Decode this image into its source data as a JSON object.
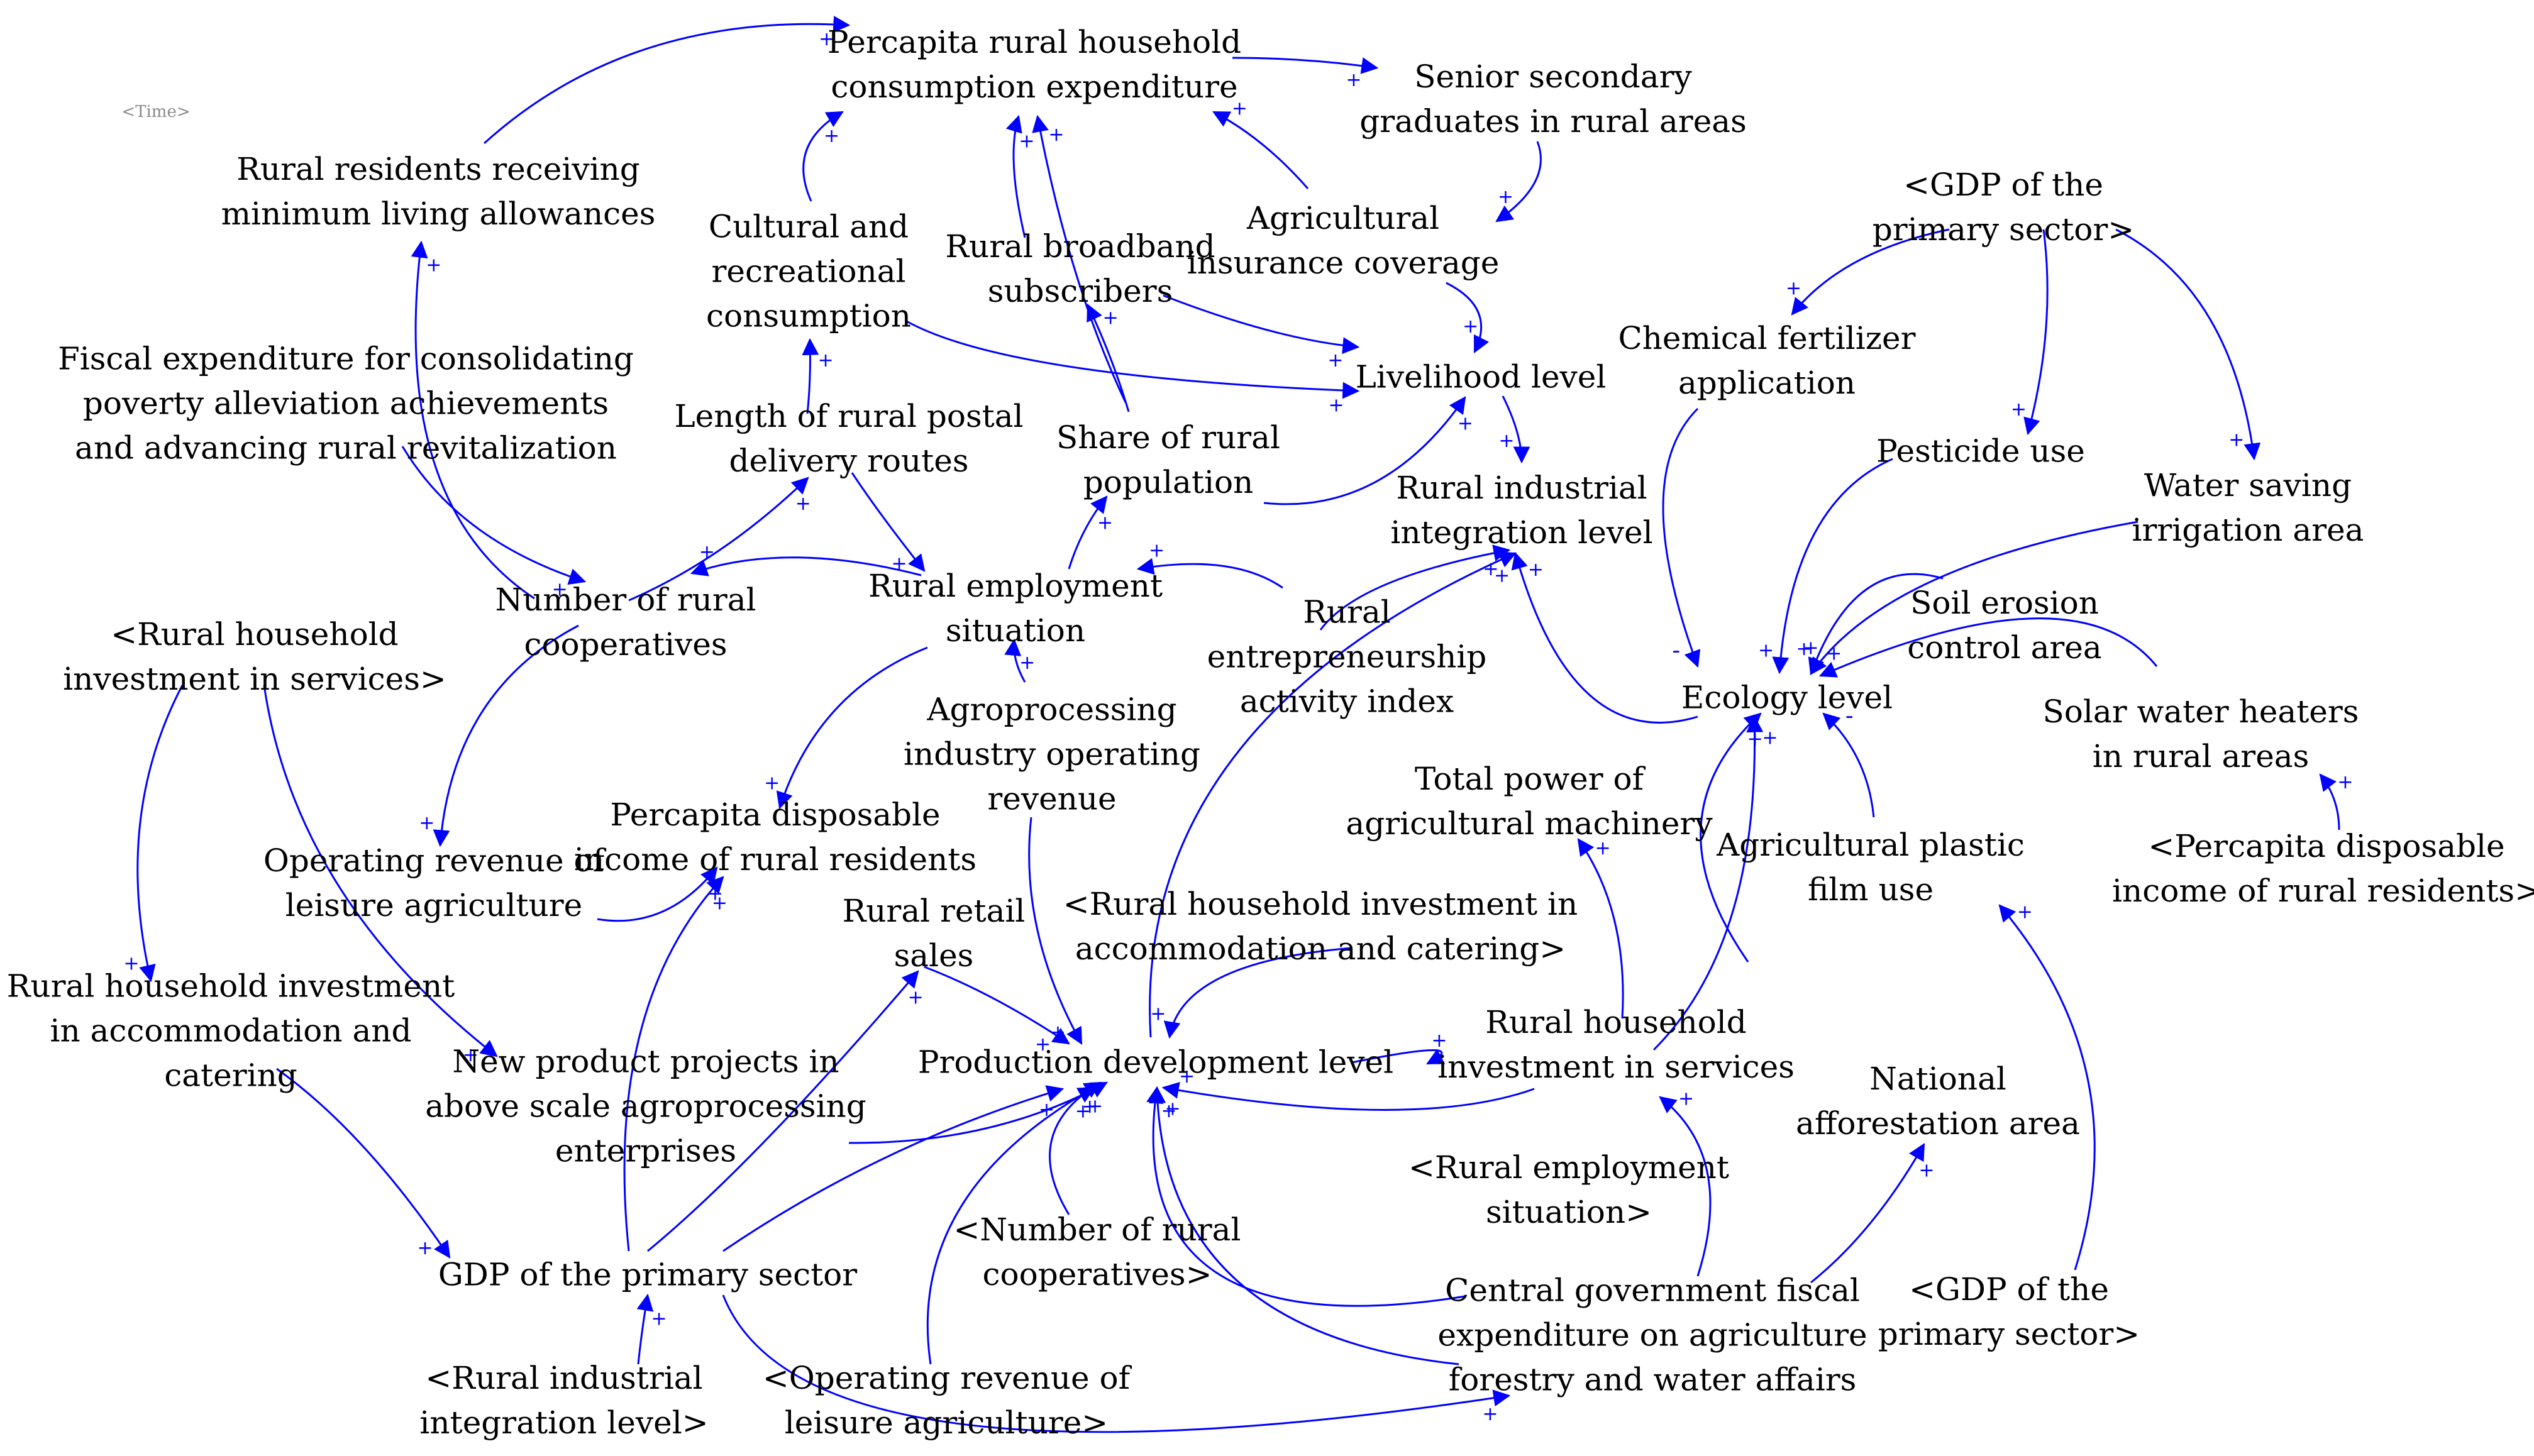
{
  "diagram": {
    "edge_color": "#0000ff",
    "nodes": [
      {
        "id": "pc_cons",
        "label": "Percapita rural household\nconsumption expenditure"
      },
      {
        "id": "senior",
        "label": "Senior secondary\ngraduates in rural areas"
      },
      {
        "id": "time",
        "label": "<Time>"
      },
      {
        "id": "min_living",
        "label": "Rural residents receiving\nminimum living allowances"
      },
      {
        "id": "cultural",
        "label": "Cultural and\nrecreational\nconsumption"
      },
      {
        "id": "broadband",
        "label": "Rural broadband\nsubscribers"
      },
      {
        "id": "ag_ins",
        "label": "Agricultural\ninsurance coverage"
      },
      {
        "id": "gdp_ghost_top",
        "label": "<GDP of the\nprimary sector>"
      },
      {
        "id": "fiscal_pov",
        "label": "Fiscal expenditure for consolidating\npoverty alleviation achievements\nand advancing rural revitalization"
      },
      {
        "id": "chem_fert",
        "label": "Chemical fertilizer\napplication"
      },
      {
        "id": "livelihood",
        "label": "Livelihood level"
      },
      {
        "id": "postal",
        "label": "Length of rural postal\ndelivery routes"
      },
      {
        "id": "share_pop",
        "label": "Share of rural\npopulation"
      },
      {
        "id": "pesticide",
        "label": "Pesticide use"
      },
      {
        "id": "water_saving",
        "label": "Water saving\nirrigation area"
      },
      {
        "id": "ind_int",
        "label": "Rural industrial\nintegration level"
      },
      {
        "id": "coops",
        "label": "Number of rural\ncooperatives"
      },
      {
        "id": "employment",
        "label": "Rural employment\nsituation"
      },
      {
        "id": "inv_serv_ghost",
        "label": "<Rural household\ninvestment in services>"
      },
      {
        "id": "entre",
        "label": "Rural\nentrepreneurship\nactivity index"
      },
      {
        "id": "soil",
        "label": "Soil erosion\ncontrol area"
      },
      {
        "id": "ecology",
        "label": "Ecology level"
      },
      {
        "id": "solar",
        "label": "Solar water heaters\nin rural areas"
      },
      {
        "id": "agroproc_rev",
        "label": "Agroprocessing\nindustry operating\nrevenue"
      },
      {
        "id": "machinery",
        "label": "Total power of\nagricultural machinery"
      },
      {
        "id": "disp_inc",
        "label": "Percapita disposable\nincome of rural residents"
      },
      {
        "id": "plastic",
        "label": "Agricultural plastic\nfilm use"
      },
      {
        "id": "disp_inc_ghost",
        "label": "<Percapita disposable\nincome of rural residents>"
      },
      {
        "id": "leisure",
        "label": "Operating revenue of\nleisure agriculture"
      },
      {
        "id": "retail",
        "label": "Rural retail\nsales"
      },
      {
        "id": "accom_ghost",
        "label": "<Rural household investment in\naccommodation and catering>"
      },
      {
        "id": "accom",
        "label": "Rural household investment\nin accommodation and\ncatering"
      },
      {
        "id": "new_prod",
        "label": "New product projects in\nabove scale agroprocessing\nenterprises"
      },
      {
        "id": "production",
        "label": "Production development level"
      },
      {
        "id": "inv_serv",
        "label": "Rural household\ninvestment in services"
      },
      {
        "id": "afforest",
        "label": "National\nafforestation area"
      },
      {
        "id": "emp_ghost",
        "label": "<Rural employment\nsituation>"
      },
      {
        "id": "coops_ghost",
        "label": "<Number of rural\ncooperatives>"
      },
      {
        "id": "gdp",
        "label": "GDP of the primary sector"
      },
      {
        "id": "central_fiscal",
        "label": "Central government fiscal\nexpenditure on agriculture\nforestry and water affairs"
      },
      {
        "id": "gdp_ghost_br",
        "label": "<GDP of the\nprimary sector>"
      },
      {
        "id": "ind_int_ghost",
        "label": "<Rural industrial\nintegration level>"
      },
      {
        "id": "leisure_ghost",
        "label": "<Operating revenue of\nleisure agriculture>"
      }
    ],
    "edges": [
      {
        "from": "min_living",
        "to": "pc_cons",
        "polarity": "+"
      },
      {
        "from": "pc_cons",
        "to": "senior",
        "polarity": "+"
      },
      {
        "from": "cultural",
        "to": "pc_cons",
        "polarity": "+"
      },
      {
        "from": "broadband",
        "to": "pc_cons",
        "polarity": "+"
      },
      {
        "from": "share_pop",
        "to": "pc_cons",
        "polarity": "+"
      },
      {
        "from": "ag_ins",
        "to": "pc_cons",
        "polarity": "+"
      },
      {
        "from": "senior",
        "to": "livelihood",
        "polarity": "+"
      },
      {
        "from": "ag_ins",
        "to": "livelihood",
        "polarity": "+"
      },
      {
        "from": "broadband",
        "to": "livelihood",
        "polarity": "+"
      },
      {
        "from": "cultural",
        "to": "livelihood",
        "polarity": "+"
      },
      {
        "from": "postal",
        "to": "cultural",
        "polarity": "+"
      },
      {
        "from": "share_pop",
        "to": "livelihood",
        "polarity": "+"
      },
      {
        "from": "share_pop",
        "to": "broadband",
        "polarity": "+"
      },
      {
        "from": "livelihood",
        "to": "ind_int",
        "polarity": "+"
      },
      {
        "from": "gdp_ghost_top",
        "to": "chem_fert",
        "polarity": "+"
      },
      {
        "from": "gdp_ghost_top",
        "to": "pesticide",
        "polarity": "+"
      },
      {
        "from": "gdp_ghost_top",
        "to": "water_saving",
        "polarity": "+"
      },
      {
        "from": "chem_fert",
        "to": "ecology",
        "polarity": "-"
      },
      {
        "from": "pesticide",
        "to": "ecology",
        "polarity": "+"
      },
      {
        "from": "water_saving",
        "to": "ecology",
        "polarity": "+"
      },
      {
        "from": "soil",
        "to": "ecology",
        "polarity": "+"
      },
      {
        "from": "solar",
        "to": "ecology",
        "polarity": "+"
      },
      {
        "from": "plastic",
        "to": "ecology",
        "polarity": "-"
      },
      {
        "from": "disp_inc_ghost",
        "to": "solar",
        "polarity": "+"
      },
      {
        "from": "fiscal_pov",
        "to": "coops",
        "polarity": "+"
      },
      {
        "from": "employment",
        "to": "coops",
        "polarity": "+"
      },
      {
        "from": "employment",
        "to": "share_pop",
        "polarity": "+"
      },
      {
        "from": "postal",
        "to": "employment",
        "polarity": "+"
      },
      {
        "from": "entre",
        "to": "employment",
        "polarity": "+"
      },
      {
        "from": "entre",
        "to": "ind_int",
        "polarity": "+"
      },
      {
        "from": "agroproc_rev",
        "to": "employment",
        "polarity": "+"
      },
      {
        "from": "coops",
        "to": "postal",
        "polarity": "+"
      },
      {
        "from": "employment",
        "to": "disp_inc",
        "polarity": "+"
      },
      {
        "from": "coops",
        "to": "leisure",
        "polarity": "+"
      },
      {
        "from": "inv_serv_ghost",
        "to": "accom",
        "polarity": "+"
      },
      {
        "from": "inv_serv_ghost",
        "to": "new_prod",
        "polarity": "+"
      },
      {
        "from": "accom",
        "to": "gdp",
        "polarity": "+"
      },
      {
        "from": "leisure",
        "to": "disp_inc",
        "polarity": "+"
      },
      {
        "from": "gdp",
        "to": "disp_inc",
        "polarity": "+"
      },
      {
        "from": "gdp",
        "to": "retail",
        "polarity": "+"
      },
      {
        "from": "gdp",
        "to": "production",
        "polarity": "+"
      },
      {
        "from": "gdp",
        "to": "central_fiscal",
        "polarity": "+"
      },
      {
        "from": "ind_int_ghost",
        "to": "gdp",
        "polarity": "+"
      },
      {
        "from": "retail",
        "to": "production",
        "polarity": "+"
      },
      {
        "from": "agroproc_rev",
        "to": "production",
        "polarity": "+"
      },
      {
        "from": "accom_ghost",
        "to": "production",
        "polarity": "+"
      },
      {
        "from": "new_prod",
        "to": "production",
        "polarity": "+"
      },
      {
        "from": "coops_ghost",
        "to": "production",
        "polarity": "+"
      },
      {
        "from": "leisure_ghost",
        "to": "production",
        "polarity": "+"
      },
      {
        "from": "inv_serv",
        "to": "production",
        "polarity": "+"
      },
      {
        "from": "central_fiscal",
        "to": "production",
        "polarity": "+"
      },
      {
        "from": "central_fiscal",
        "to": "afforest",
        "polarity": "+"
      },
      {
        "from": "central_fiscal",
        "to": "inv_serv",
        "polarity": "+"
      },
      {
        "from": "emp_ghost",
        "to": "production",
        "polarity": "+"
      },
      {
        "from": "production",
        "to": "ind_int",
        "polarity": "+"
      },
      {
        "from": "production",
        "to": "inv_serv",
        "polarity": "+"
      },
      {
        "from": "inv_serv",
        "to": "machinery",
        "polarity": "+"
      },
      {
        "from": "inv_serv",
        "to": "ecology",
        "polarity": "+"
      },
      {
        "from": "afforest",
        "to": "ecology",
        "polarity": "+"
      },
      {
        "from": "ecology",
        "to": "ind_int",
        "polarity": "+"
      },
      {
        "from": "gdp_ghost_br",
        "to": "plastic",
        "polarity": "+"
      },
      {
        "from": "fiscal_pov",
        "to": "min_living",
        "polarity": "+"
      }
    ]
  }
}
